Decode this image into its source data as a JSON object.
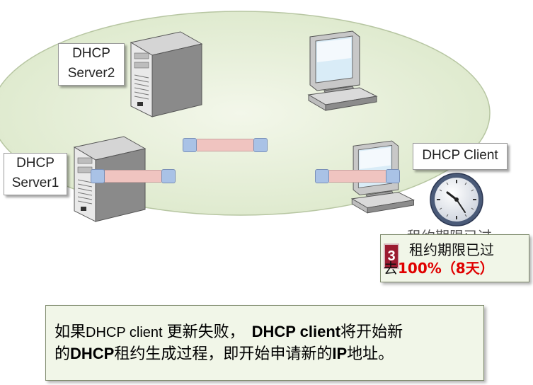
{
  "labels": {
    "server2": [
      "DHCP",
      "Server2"
    ],
    "server1": [
      "DHCP",
      "Server1"
    ],
    "client": "DHCP Client"
  },
  "step": {
    "number": "3",
    "line1": "租约期限已过",
    "line2_prefix": "去",
    "line2_highlight": "100%（8天）",
    "ghost_text": "租约期限已过"
  },
  "description": {
    "line1_a": "如果",
    "line1_b": "DHCP client",
    "line1_c": "更新失败，",
    "line1_d": "DHCP client",
    "line1_e": "将开始新",
    "line2_a": "的",
    "line2_b": "DHCP",
    "line2_c": "租约生成过程，即开始申请新的",
    "line2_d": "IP",
    "line2_e": "地址。"
  },
  "colors": {
    "ellipse_fill": "#e4eed5",
    "highlight": "#e00000",
    "step_badge": "#9b1b30"
  }
}
